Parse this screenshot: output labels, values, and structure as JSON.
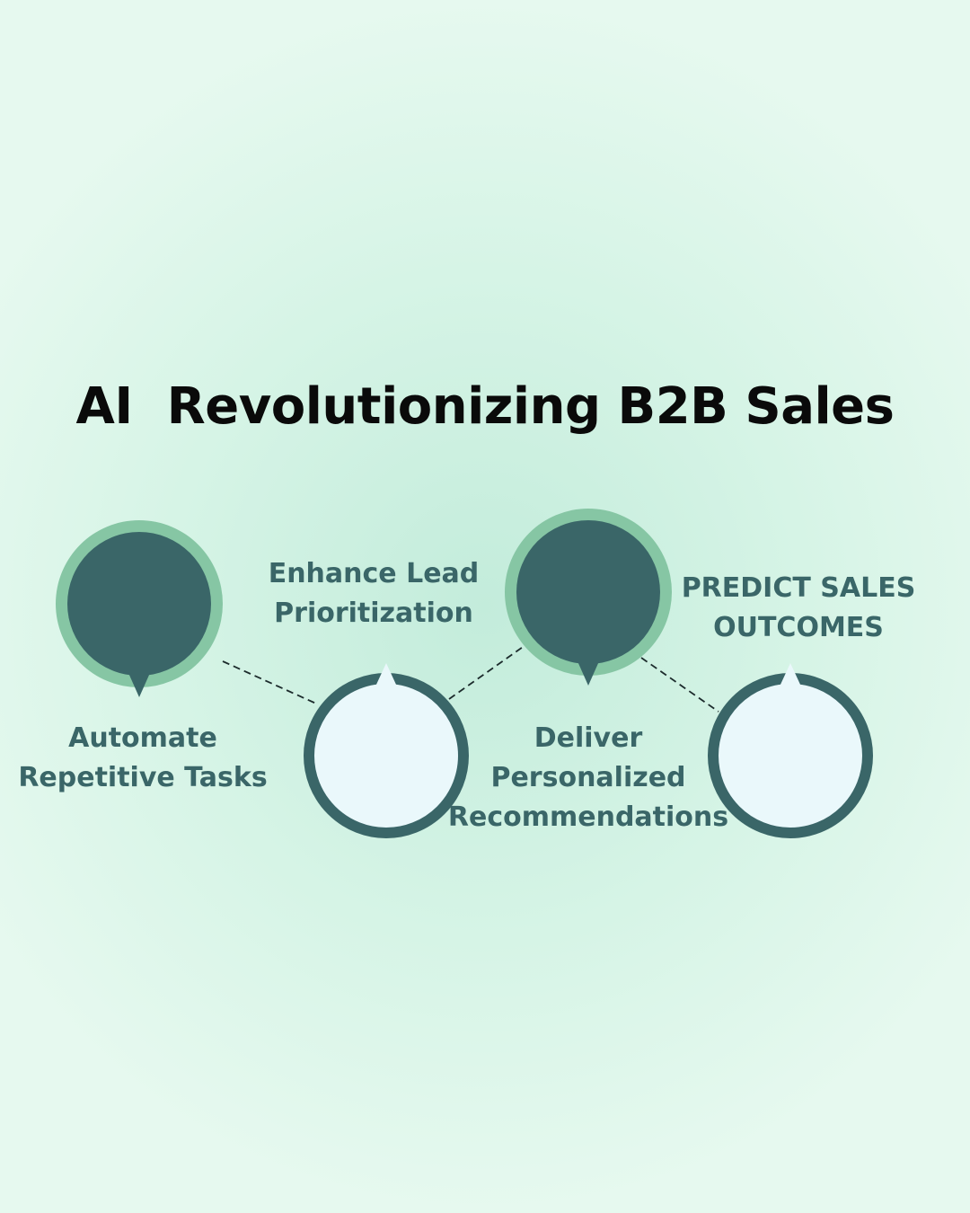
{
  "title": "AI  Revolutionizing B2B Sales",
  "colors": {
    "dark_teal": "#3a6668",
    "light_green_ring": "#86c6a4",
    "pale_fill": "#eaf8fb",
    "text": "#3a6668",
    "title": "#0a0a0a"
  },
  "steps": [
    {
      "lines": [
        "Automate",
        "Repetitive Tasks"
      ]
    },
    {
      "lines": [
        "Enhance Lead",
        "Prioritization"
      ]
    },
    {
      "lines": [
        "Deliver",
        "Personalized",
        "Recommendations"
      ]
    },
    {
      "lines": [
        "PREDICT SALES",
        "OUTCOMES"
      ]
    }
  ]
}
